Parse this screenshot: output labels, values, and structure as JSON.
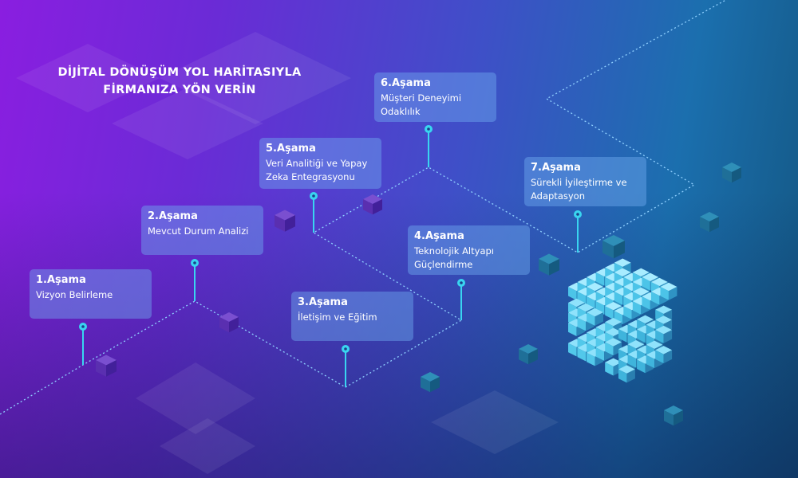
{
  "title_line1": "DİJİTAL DÖNÜŞÜM YOL HARİTASIYLA",
  "title_line2": "FİRMANIZA YÖN VERİN",
  "stages": [
    {
      "heading": "1.Aşama",
      "text": "Vizyon Belirleme"
    },
    {
      "heading": "2.Aşama",
      "text": "Mevcut Durum Analizi"
    },
    {
      "heading": "3.Aşama",
      "text": "İletişim ve Eğitim"
    },
    {
      "heading": "4.Aşama",
      "text": "Teknolojik Altyapı Güçlendirme"
    },
    {
      "heading": "5.Aşama",
      "text": "Veri Analitiği ve Yapay Zeka Entegrasyonu"
    },
    {
      "heading": "6.Aşama",
      "text": "Müşteri Deneyimi Odaklılık"
    },
    {
      "heading": "7.Aşama",
      "text": "Sürekli İyileştirme ve Adaptasyon"
    }
  ],
  "colors": {
    "accent": "#39d5f0",
    "box": "#6eaaf0"
  }
}
